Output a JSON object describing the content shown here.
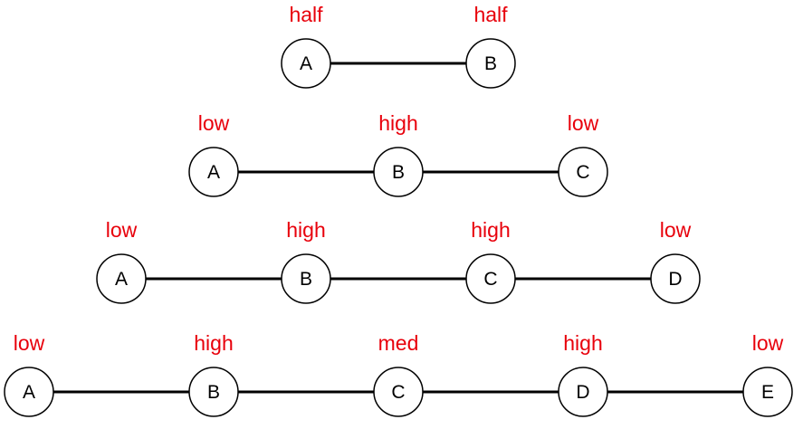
{
  "colors": {
    "tag": "#e8000b",
    "node_stroke": "#000000",
    "edge": "#000000"
  },
  "rows": [
    {
      "nodes": [
        {
          "id": "A",
          "tag": "half"
        },
        {
          "id": "B",
          "tag": "half"
        }
      ]
    },
    {
      "nodes": [
        {
          "id": "A",
          "tag": "low"
        },
        {
          "id": "B",
          "tag": "high"
        },
        {
          "id": "C",
          "tag": "low"
        }
      ]
    },
    {
      "nodes": [
        {
          "id": "A",
          "tag": "low"
        },
        {
          "id": "B",
          "tag": "high"
        },
        {
          "id": "C",
          "tag": "high"
        },
        {
          "id": "D",
          "tag": "low"
        }
      ]
    },
    {
      "nodes": [
        {
          "id": "A",
          "tag": "low"
        },
        {
          "id": "B",
          "tag": "high"
        },
        {
          "id": "C",
          "tag": "med"
        },
        {
          "id": "D",
          "tag": "high"
        },
        {
          "id": "E",
          "tag": "low"
        }
      ]
    }
  ]
}
